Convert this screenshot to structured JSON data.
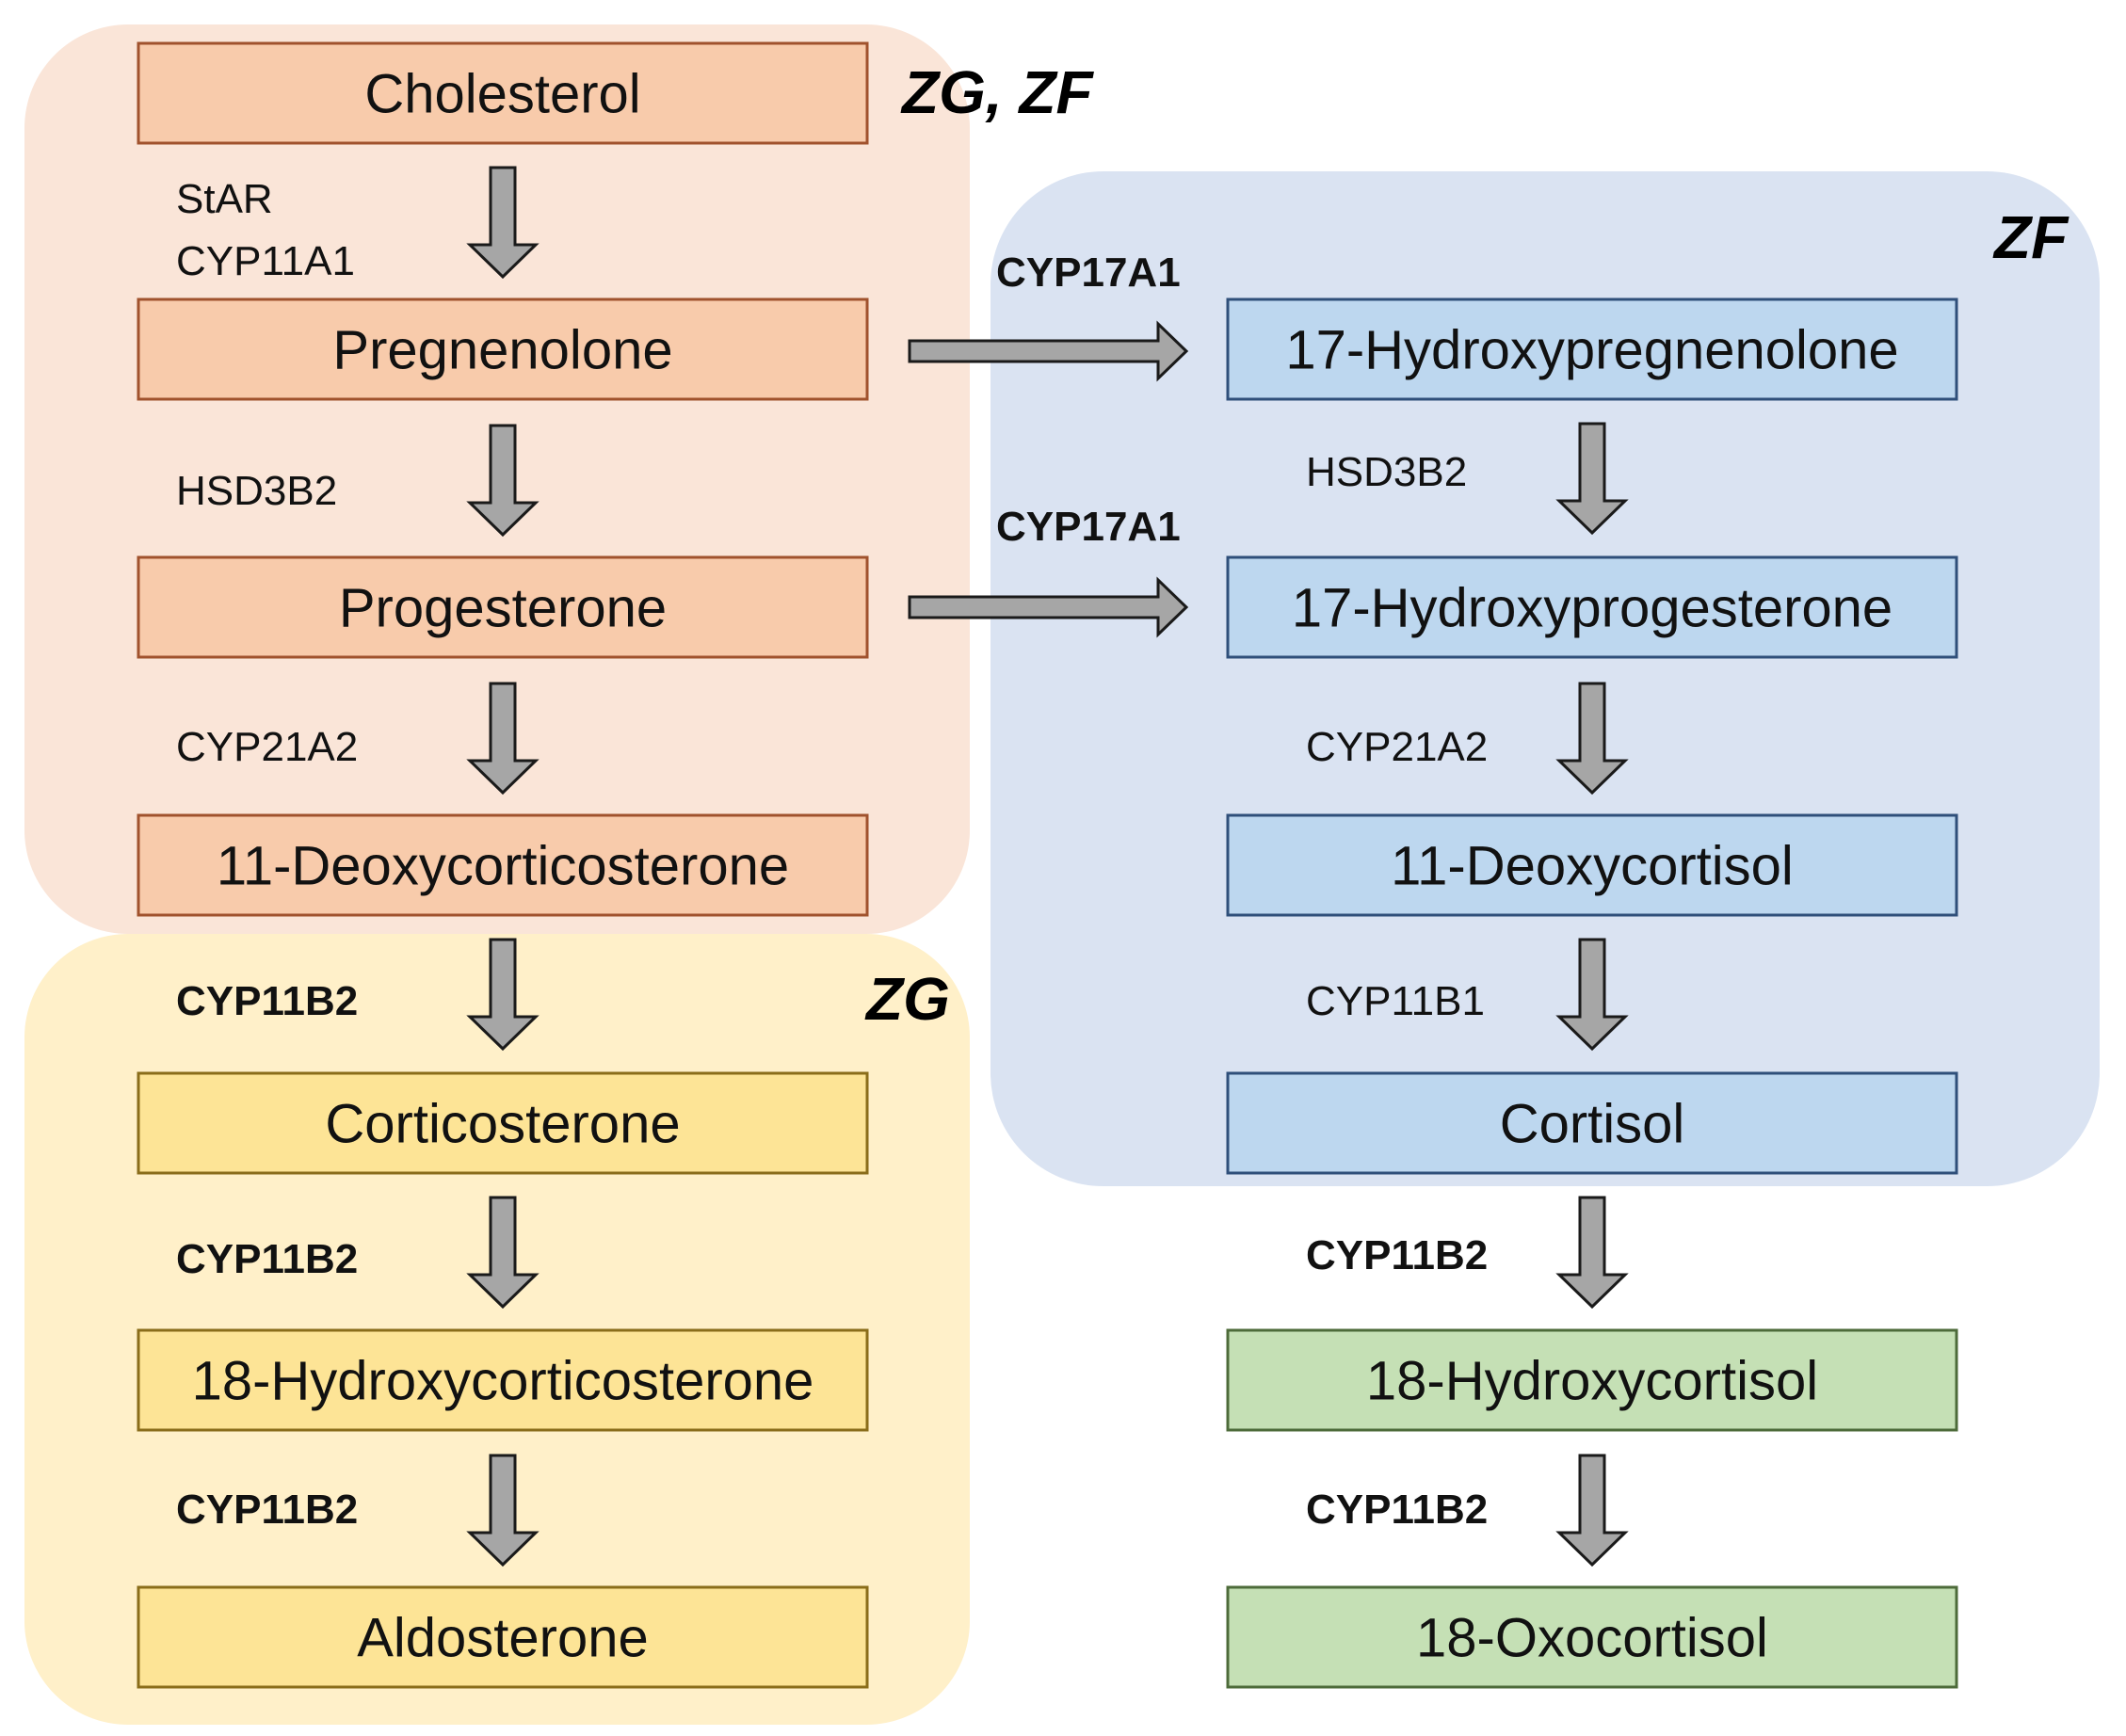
{
  "zones": {
    "orange": "ZG, ZF",
    "yellow": "ZG",
    "blue": "ZF"
  },
  "colors": {
    "orange_region": "#fae5d8",
    "yellow_region": "#fff0c9",
    "blue_region": "#dae3f2",
    "orange_box": "#f8cbab",
    "yellow_box": "#fde496",
    "blue_box": "#bdd7ef",
    "green_box": "#c5e0b5",
    "arrow_fill": "#a6a6a6"
  },
  "left_column": [
    "Cholesterol",
    "Pregnenolone",
    "Progesterone",
    "11-Deoxycorticosterone",
    "Corticosterone",
    "18-Hydroxycorticosterone",
    "Aldosterone"
  ],
  "right_column": [
    "17-Hydroxypregnenolone",
    "17-Hydroxyprogesterone",
    "11-Deoxycortisol",
    "Cortisol",
    "18-Hydroxycortisol",
    "18-Oxocortisol"
  ],
  "left_enzymes": {
    "star": "StAR",
    "cyp11a1": "CYP11A1",
    "hsd3b2": "HSD3B2",
    "cyp21a2": "CYP21A2",
    "cyp11b2_a": "CYP11B2",
    "cyp11b2_b": "CYP11B2",
    "cyp11b2_c": "CYP11B2"
  },
  "right_enzymes": {
    "hsd3b2": "HSD3B2",
    "cyp21a2": "CYP21A2",
    "cyp11b1": "CYP11B1",
    "cyp11b2_a": "CYP11B2",
    "cyp11b2_b": "CYP11B2"
  },
  "cross_enzymes": {
    "upper": "CYP17A1",
    "lower": "CYP17A1"
  }
}
